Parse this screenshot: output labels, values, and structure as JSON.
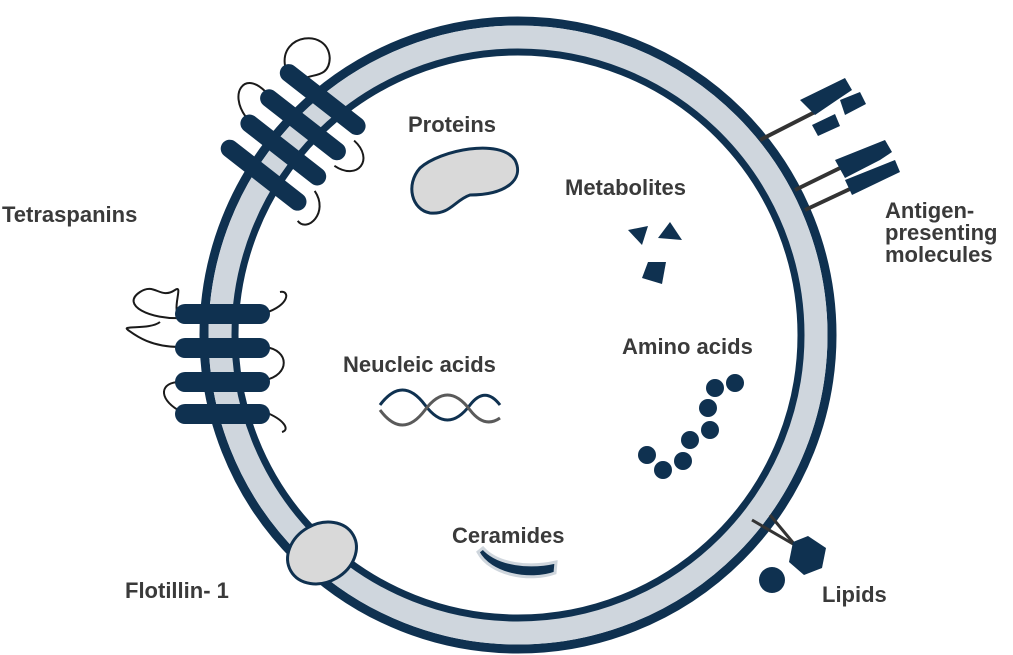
{
  "labels": {
    "tetraspanins": "Tetraspanins",
    "proteins": "Proteins",
    "metabolites": "Metabolites",
    "antigen_line1": "Antigen-",
    "antigen_line2": "presenting",
    "antigen_line3": "molecules",
    "neucleic_acids": "Neucleic acids",
    "amino_acids": "Amino acids",
    "ceramides": "Ceramides",
    "flotillin": "Flotillin- 1",
    "lipids": "Lipids"
  },
  "colors": {
    "membrane_dark": "#0f3150",
    "membrane_light": "#cfd6dd",
    "protein_fill": "#d9d9d9",
    "dna_strand_2": "#5a5a5a",
    "label_text": "#3a3a3a"
  },
  "icons": {
    "tetraspanin": "tetraspanin-icon",
    "antigen": "antigen-presenting-molecule-icon",
    "flotillin": "flotillin-icon",
    "lipid": "lipid-icon",
    "protein": "protein-icon",
    "metabolite": "metabolite-icon",
    "dna": "dna-icon",
    "amino_acid": "amino-acid-chain-icon",
    "ceramide": "ceramide-icon"
  }
}
